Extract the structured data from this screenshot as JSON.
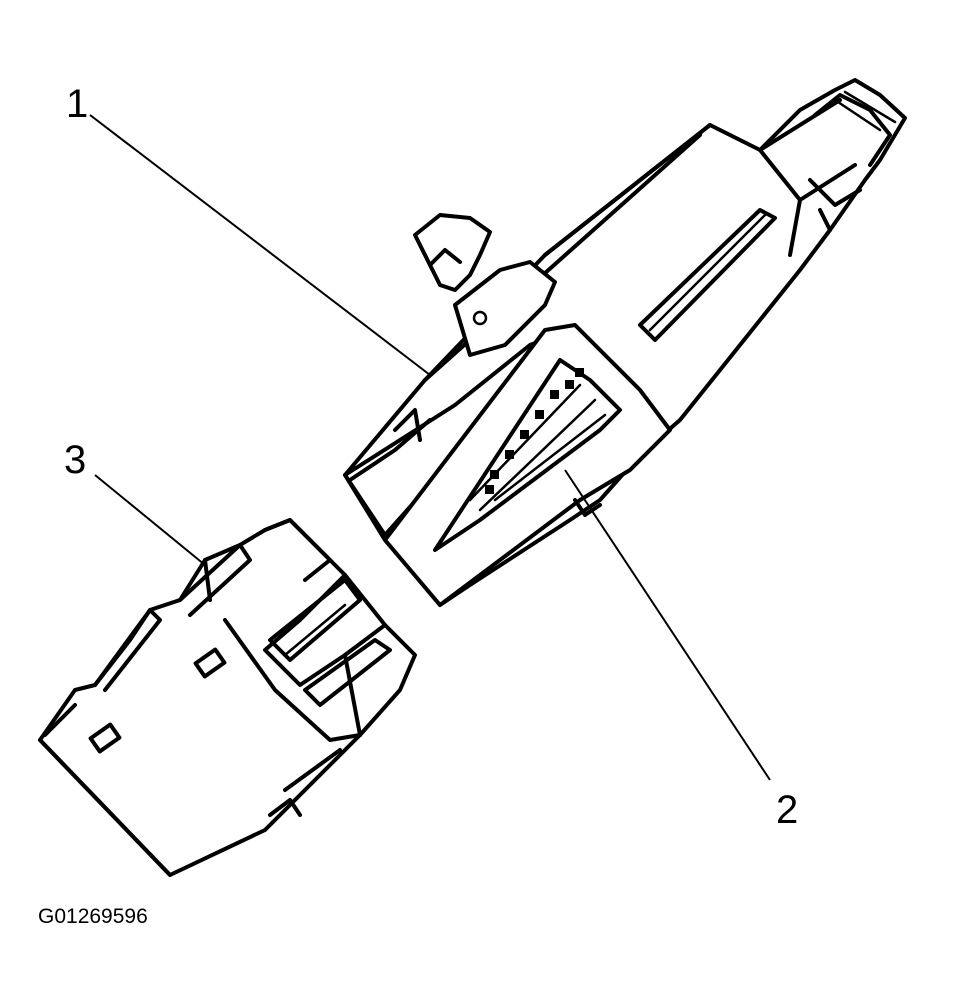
{
  "callouts": {
    "c1": "1",
    "c2": "2",
    "c3": "3"
  },
  "figure_id": "G01269596",
  "colors": {
    "line": "#000000",
    "background": "#ffffff"
  }
}
